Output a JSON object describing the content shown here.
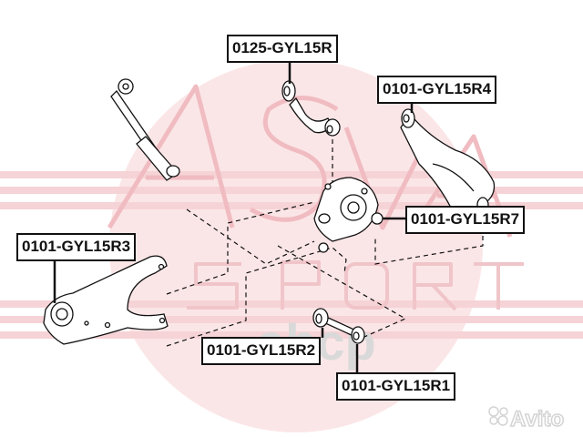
{
  "diagram": {
    "part_labels": [
      {
        "id": "upper-link",
        "text": "0125-GYL15R"
      },
      {
        "id": "upper-arm",
        "text": "0101-GYL15R4"
      },
      {
        "id": "knuckle-bushing",
        "text": "0101-GYL15R7"
      },
      {
        "id": "trailing-arm",
        "text": "0101-GYL15R3"
      },
      {
        "id": "lateral-link-inner",
        "text": "0101-GYL15R2"
      },
      {
        "id": "lateral-link-outer",
        "text": "0101-GYL15R1"
      }
    ]
  },
  "watermarks": {
    "brand_logo": "ASVA",
    "brand_sub": "SPORT",
    "abcp": "abcp",
    "avito": "Avito"
  },
  "colors": {
    "watermark_red": "#f3c9cc",
    "watermark_gray": "#d6d6d6",
    "line": "#111111"
  }
}
